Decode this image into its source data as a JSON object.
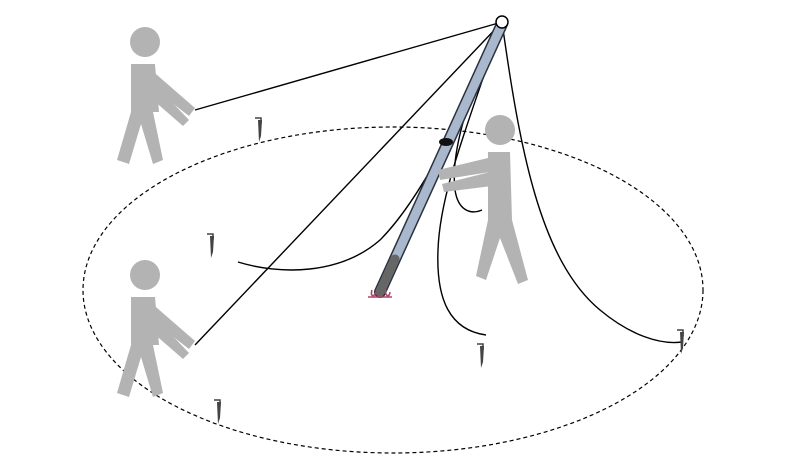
{
  "colors": {
    "background": "#ffffff",
    "person": "#b3b3b3",
    "pole": "#a9b8cc",
    "pole_outline": "#2a3240",
    "pole_base": "#666666",
    "line": "#000000",
    "stake": "#444444",
    "base_accent": "#b0406a"
  },
  "icons": {
    "person": "standing-person-figure",
    "stake": "tent-stake",
    "pole": "raised-pole"
  }
}
